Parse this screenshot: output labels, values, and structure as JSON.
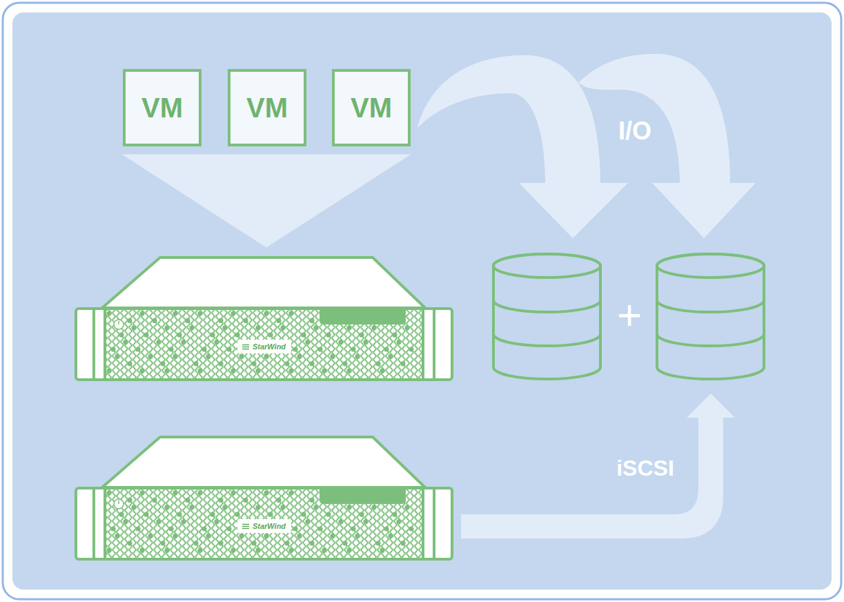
{
  "diagram": {
    "nodes": [
      {
        "text": [
          "VM"
        ]
      },
      {
        "text": [
          "VM"
        ]
      },
      {
        "text": [
          "VM"
        ]
      },
      {
        "text": [
          "StarWind"
        ]
      },
      {
        "text": [
          "StarWind"
        ]
      }
    ],
    "edges": [
      {
        "from": 0,
        "to": 3,
        "arrow": "to"
      },
      {
        "from": 1,
        "to": 3,
        "arrow": "to"
      },
      {
        "from": 2,
        "to": 3,
        "arrow": "to"
      }
    ],
    "labels": [
      "I/O",
      "+",
      "iSCSI"
    ]
  }
}
